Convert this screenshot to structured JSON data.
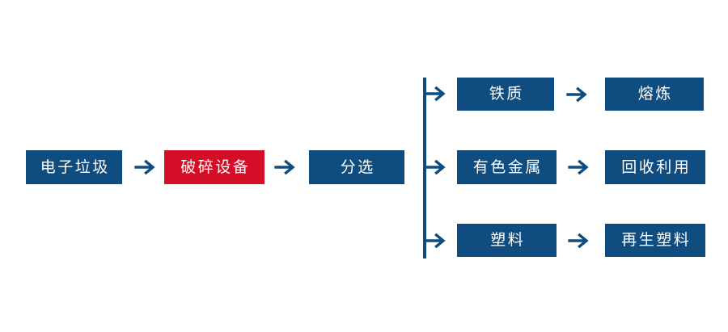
{
  "diagram": {
    "type": "process-flowchart",
    "orientation": "left-to-right",
    "colors": {
      "primary_blue": "#0f4c7f",
      "highlight_red": "#d40e26",
      "text": "#ffffff",
      "background": "#ffffff"
    },
    "main_chain": [
      {
        "id": "e-waste",
        "label": "电子垃圾",
        "color": "blue"
      },
      {
        "id": "crusher",
        "label": "破碎设备",
        "color": "red"
      },
      {
        "id": "sorting",
        "label": "分选",
        "color": "blue"
      }
    ],
    "branches": [
      {
        "id": "ferrous",
        "material": {
          "label": "铁质",
          "color": "blue"
        },
        "output": {
          "label": "熔炼",
          "color": "blue"
        }
      },
      {
        "id": "non-ferrous",
        "material": {
          "label": "有色金属",
          "color": "blue"
        },
        "output": {
          "label": "回收利用",
          "color": "blue"
        }
      },
      {
        "id": "plastic",
        "material": {
          "label": "塑料",
          "color": "blue"
        },
        "output": {
          "label": "再生塑料",
          "color": "blue"
        }
      }
    ],
    "connectors": {
      "chain_arrow_icon": "arrow-right-icon",
      "branch_arrow_icon": "branch-arrow-right-icon",
      "bus_icon": "vertical-bus-line"
    }
  }
}
